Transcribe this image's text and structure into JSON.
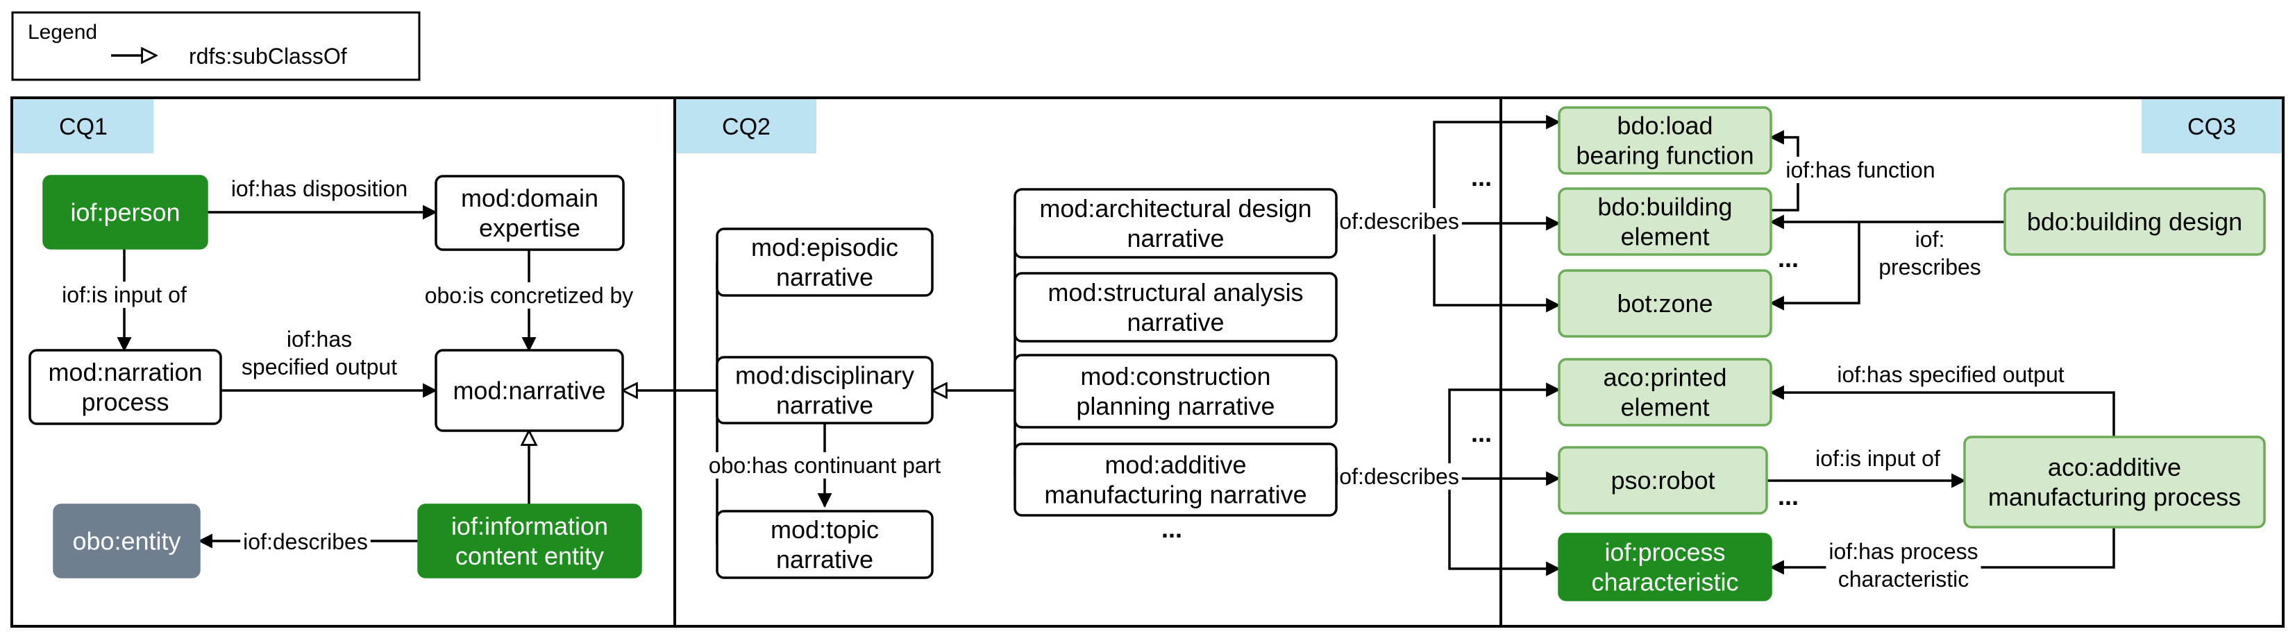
{
  "legend": {
    "title": "Legend",
    "items": [
      {
        "label": "rdfs:subClassOf"
      }
    ]
  },
  "panels": [
    {
      "id": "cq1",
      "label": "CQ1"
    },
    {
      "id": "cq2",
      "label": "CQ2"
    },
    {
      "id": "cq3",
      "label": "CQ3"
    }
  ],
  "colors": {
    "box_white": "#ffffff",
    "box_dark_green": "#1e8c1e",
    "box_light_green": "#d4e8cc",
    "box_light_green_border": "#6aab55",
    "box_gray": "#6f7f8f",
    "panel_tab": "#bde3f2",
    "line": "#000000"
  },
  "nodes": [
    {
      "id": "iof-person",
      "lines": [
        "iof:person"
      ],
      "style": "dark"
    },
    {
      "id": "mod-domain-expertise",
      "lines": [
        "mod:domain",
        "expertise"
      ],
      "style": "white"
    },
    {
      "id": "mod-narration-process",
      "lines": [
        "mod:narration",
        "process"
      ],
      "style": "white"
    },
    {
      "id": "mod-narrative",
      "lines": [
        "mod:narrative"
      ],
      "style": "white"
    },
    {
      "id": "iof-information-content-entity",
      "lines": [
        "iof:information",
        "content entity"
      ],
      "style": "dark"
    },
    {
      "id": "obo-entity",
      "lines": [
        "obo:entity"
      ],
      "style": "gray"
    },
    {
      "id": "mod-episodic-narrative",
      "lines": [
        "mod:episodic",
        "narrative"
      ],
      "style": "white"
    },
    {
      "id": "mod-disciplinary-narrative",
      "lines": [
        "mod:disciplinary",
        "narrative"
      ],
      "style": "white"
    },
    {
      "id": "mod-topic-narrative",
      "lines": [
        "mod:topic",
        "narrative"
      ],
      "style": "white"
    },
    {
      "id": "mod-architectural-design-narrative",
      "lines": [
        "mod:architectural design",
        "narrative"
      ],
      "style": "white"
    },
    {
      "id": "mod-structural-analysis-narrative",
      "lines": [
        "mod:structural analysis",
        "narrative"
      ],
      "style": "white"
    },
    {
      "id": "mod-construction-planning-narrative",
      "lines": [
        "mod:construction",
        "planning narrative"
      ],
      "style": "white"
    },
    {
      "id": "mod-additive-manufacturing-narrative",
      "lines": [
        "mod:additive",
        "manufacturing narrative"
      ],
      "style": "white"
    },
    {
      "id": "bdo-load-bearing-function",
      "lines": [
        "bdo:load",
        "bearing function"
      ],
      "style": "light"
    },
    {
      "id": "bdo-building-element",
      "lines": [
        "bdo:building",
        "element"
      ],
      "style": "light"
    },
    {
      "id": "bot-zone",
      "lines": [
        "bot:zone"
      ],
      "style": "light"
    },
    {
      "id": "bdo-building-design",
      "lines": [
        "bdo:building design"
      ],
      "style": "light"
    },
    {
      "id": "aco-printed-element",
      "lines": [
        "aco:printed",
        "element"
      ],
      "style": "light"
    },
    {
      "id": "pso-robot",
      "lines": [
        "pso:robot"
      ],
      "style": "light"
    },
    {
      "id": "iof-process-characteristic",
      "lines": [
        "iof:process",
        "characteristic"
      ],
      "style": "dark"
    },
    {
      "id": "aco-additive-manufacturing-process",
      "lines": [
        "aco:additive",
        "manufacturing process"
      ],
      "style": "light"
    }
  ],
  "edge_labels": [
    {
      "id": "has-disposition",
      "lines": [
        "iof:has disposition"
      ]
    },
    {
      "id": "is-input-of-1",
      "lines": [
        "iof:is input of"
      ]
    },
    {
      "id": "is-concretized-by",
      "lines": [
        "obo:is concretized by"
      ]
    },
    {
      "id": "has-specified-output-1",
      "lines": [
        "iof:has",
        "specified output"
      ]
    },
    {
      "id": "describes-1",
      "lines": [
        "iof:describes"
      ]
    },
    {
      "id": "has-continuant-part",
      "lines": [
        "obo:has continuant part"
      ]
    },
    {
      "id": "describes-2",
      "lines": [
        "iof:describes"
      ]
    },
    {
      "id": "describes-3",
      "lines": [
        "iof:describes"
      ]
    },
    {
      "id": "has-function",
      "lines": [
        "iof:has function"
      ]
    },
    {
      "id": "prescribes",
      "lines": [
        "iof:",
        "prescribes"
      ]
    },
    {
      "id": "has-specified-output-2",
      "lines": [
        "iof:has specified output"
      ]
    },
    {
      "id": "is-input-of-2",
      "lines": [
        "iof:is input of"
      ]
    },
    {
      "id": "has-process-characteristic",
      "lines": [
        "iof:has process",
        "characteristic"
      ]
    }
  ],
  "ellipses": [
    {
      "id": "ellipsis-cq2",
      "text": "..."
    },
    {
      "id": "ellipsis-cq3-top",
      "text": "..."
    },
    {
      "id": "ellipsis-cq3-mid",
      "text": "..."
    },
    {
      "id": "ellipsis-cq3-lower",
      "text": "..."
    },
    {
      "id": "ellipsis-cq3-bottom",
      "text": "..."
    }
  ]
}
